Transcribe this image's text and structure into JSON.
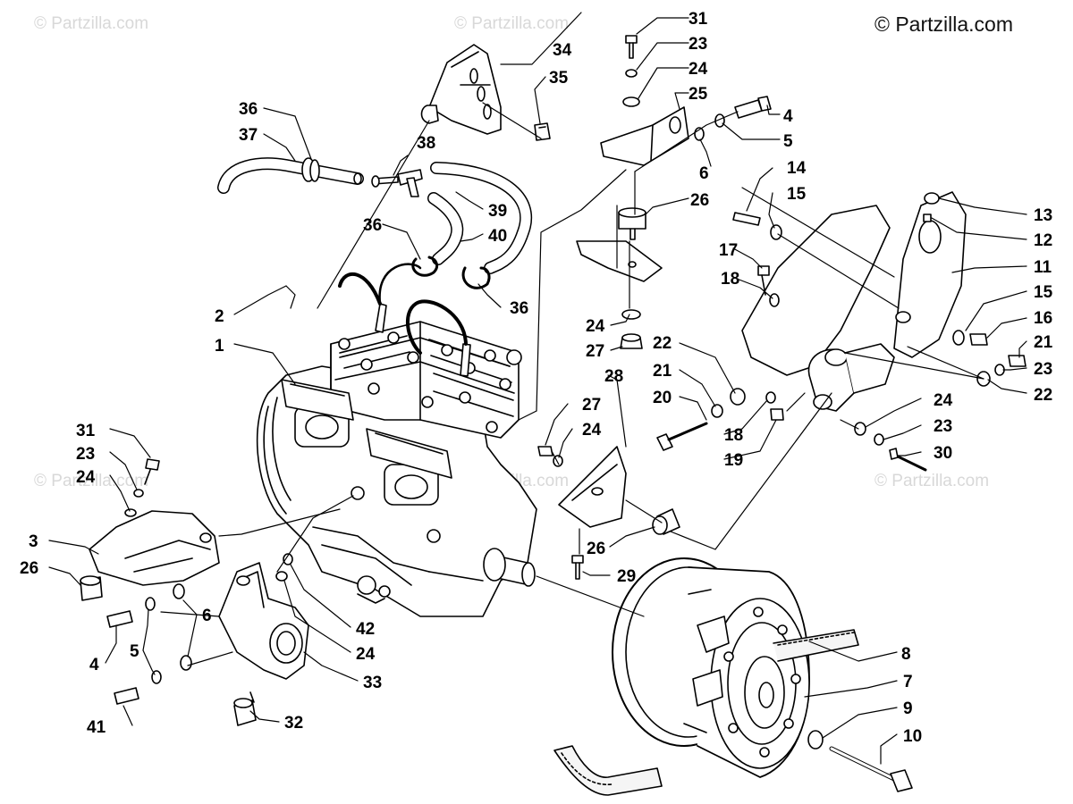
{
  "copyright": "© Partzilla.com",
  "watermarks": [
    "© Partzilla.com",
    "© Partzilla.com",
    "© Partzilla.com",
    "© Partzilla.com",
    "© Partzilla.com"
  ],
  "callouts": {
    "c1": "1",
    "c2": "2",
    "c3": "3",
    "c4a": "4",
    "c4b": "4",
    "c5a": "5",
    "c5b": "5",
    "c6a": "6",
    "c6b": "6",
    "c7": "7",
    "c8": "8",
    "c9": "9",
    "c10": "10",
    "c11": "11",
    "c12": "12",
    "c13": "13",
    "c14": "14",
    "c15a": "15",
    "c15b": "15",
    "c16": "16",
    "c17": "17",
    "c18a": "18",
    "c18b": "18",
    "c19": "19",
    "c20": "20",
    "c21a": "21",
    "c21b": "21",
    "c22a": "22",
    "c22b": "22",
    "c23a": "23",
    "c23b": "23",
    "c23c": "23",
    "c23d": "23",
    "c24a": "24",
    "c24b": "24",
    "c24c": "24",
    "c24d": "24",
    "c24e": "24",
    "c24f": "24",
    "c25": "25",
    "c26a": "26",
    "c26b": "26",
    "c26c": "26",
    "c27a": "27",
    "c27b": "27",
    "c28": "28",
    "c29": "29",
    "c30": "30",
    "c31a": "31",
    "c31b": "31",
    "c32": "32",
    "c33": "33",
    "c34": "34",
    "c35": "35",
    "c36a": "36",
    "c36b": "36",
    "c36c": "36",
    "c37": "37",
    "c38": "38",
    "c39": "39",
    "c40": "40",
    "c41": "41",
    "c42": "42"
  }
}
